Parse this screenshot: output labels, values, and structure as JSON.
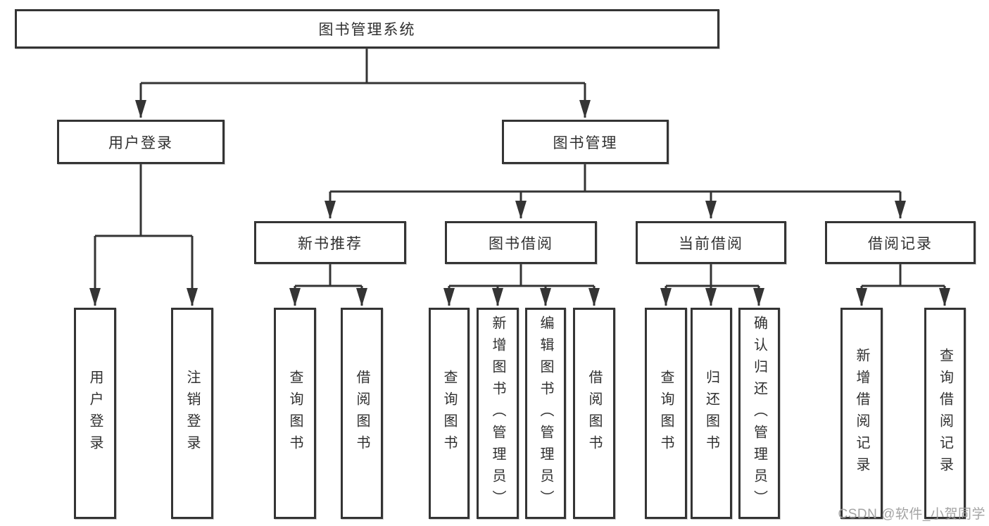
{
  "page": {
    "background": "#ffffff"
  },
  "diagram": {
    "type": "hierarchy-tree",
    "colors": {
      "line": "#343434",
      "box_border": "#343434",
      "text": "#303030",
      "box_background": "#ffffff"
    },
    "root": {
      "label": "图书管理系统"
    },
    "level2": [
      {
        "label": "用户登录",
        "parent": "图书管理系统"
      },
      {
        "label": "图书管理",
        "parent": "图书管理系统"
      }
    ],
    "level3": [
      {
        "label": "新书推荐",
        "parent": "图书管理"
      },
      {
        "label": "图书借阅",
        "parent": "图书管理"
      },
      {
        "label": "当前借阅",
        "parent": "图书管理"
      },
      {
        "label": "借阅记录",
        "parent": "图书管理"
      }
    ],
    "leaves": [
      {
        "label": "用户登录",
        "parent": "用户登录"
      },
      {
        "label": "注销登录",
        "parent": "用户登录"
      },
      {
        "label": "查询图书",
        "parent": "新书推荐"
      },
      {
        "label": "借阅图书",
        "parent": "新书推荐"
      },
      {
        "label": "查询图书",
        "parent": "图书借阅"
      },
      {
        "label": "新增图书（管理员）",
        "parent": "图书借阅"
      },
      {
        "label": "编辑图书（管理员）",
        "parent": "图书借阅"
      },
      {
        "label": "借阅图书",
        "parent": "图书借阅"
      },
      {
        "label": "查询图书",
        "parent": "当前借阅"
      },
      {
        "label": "归还图书",
        "parent": "当前借阅"
      },
      {
        "label": "确认归还（管理员）",
        "parent": "当前借阅"
      },
      {
        "label": "新增借阅记录",
        "parent": "借阅记录"
      },
      {
        "label": "查询借阅记录",
        "parent": "借阅记录"
      }
    ]
  },
  "watermark": {
    "text": "CSDN @软件_小贺同学",
    "color": "#9c9c9c"
  }
}
